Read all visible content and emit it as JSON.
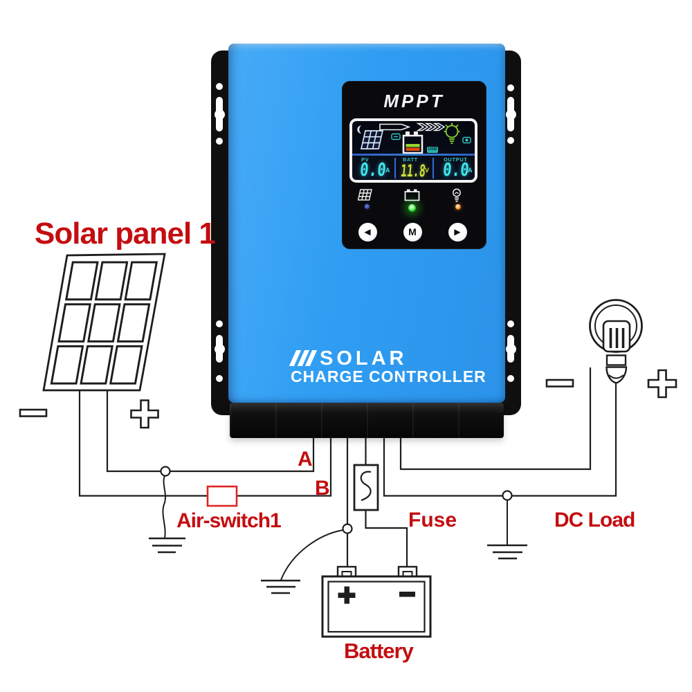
{
  "device": {
    "brand": "MPPT",
    "logo_line1": "SOLAR",
    "logo_line2": "CHARGE CONTROLLER",
    "lcd": {
      "usb_tag": "USB",
      "sections": {
        "pv": {
          "label": "PV",
          "value": "0.0",
          "unit": "A"
        },
        "batt": {
          "label": "BATT",
          "value": "11.8",
          "unit": "V"
        },
        "output": {
          "label": "OUTPUT",
          "value": "0.0",
          "unit": "A"
        }
      }
    },
    "buttons": {
      "prev": "◀",
      "menu": "M",
      "next": "▶"
    }
  },
  "diagram": {
    "solar_panel_label": "Solar panel 1",
    "air_switch_label": "Air-switch1",
    "fuse_label": "Fuse",
    "dc_load_label": "DC Load",
    "battery_label": "Battery",
    "wire_a_label": "A",
    "wire_b_label": "B"
  },
  "colors": {
    "body_blue": "#2e9cf1",
    "label_red": "#c40d10",
    "switch_red": "#e02424",
    "lcd_cyan": "#3fe6ec",
    "lcd_yellow": "#cbe338",
    "led_green": "#2ee32e",
    "led_blue": "#2e3f9a",
    "led_orange": "#e27716"
  }
}
